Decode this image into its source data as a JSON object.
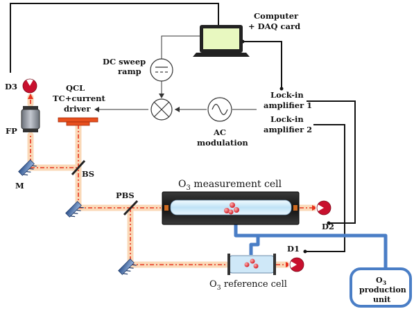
{
  "labels": {
    "computer_line1": "Computer",
    "computer_line2": "+ DAQ card",
    "dc_line1": "DC sweep",
    "dc_line2": "ramp",
    "qcl_line1": "QCL",
    "qcl_line2": "TC+current",
    "qcl_line3": "driver",
    "lockin1_line1": "Lock-in",
    "lockin1_line2": "amplifier 1",
    "lockin2_line1": "Lock-in",
    "lockin2_line2": "amplifier 2",
    "ac_line1": "AC",
    "ac_line2": "modulation",
    "d3": "D3",
    "fp": "FP",
    "m": "M",
    "bs": "BS",
    "pbs": "PBS",
    "d2": "D2",
    "d1": "D1",
    "meas_cell_pre": "O",
    "meas_cell_sub": "3",
    "meas_cell_post": " measurement cell",
    "ref_cell_pre": "O",
    "ref_cell_sub": "3",
    "ref_cell_post": " reference cell",
    "prod_pre": "O",
    "prod_sub": "3",
    "prod_line2": "production",
    "prod_line3": "unit"
  },
  "colors": {
    "laser": "#e8321e",
    "laser_glow": "#fad9b8",
    "tube": "#4a7ec6",
    "detector": "#c8102e",
    "qcl": "#e8501e",
    "screen": "#e8f8c0",
    "cell_body": "#222222",
    "cell_glass": "#cfe8f8"
  }
}
